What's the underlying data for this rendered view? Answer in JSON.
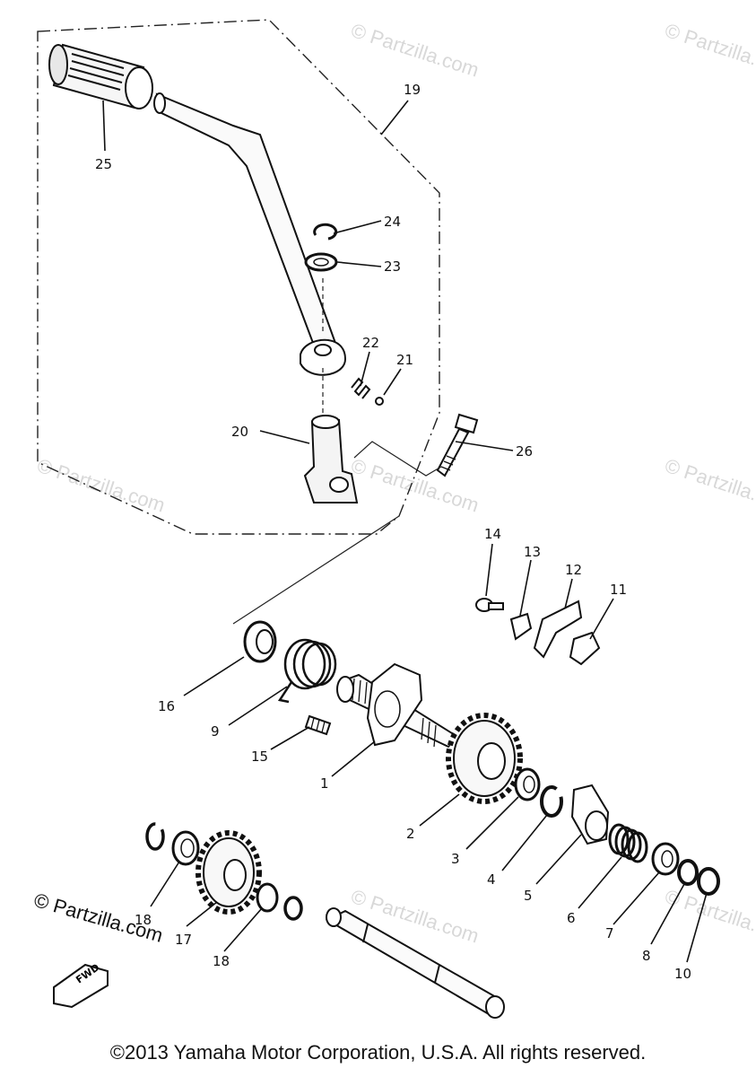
{
  "diagram": {
    "parts": [
      {
        "id": "p1",
        "label": "1"
      },
      {
        "id": "p2",
        "label": "2"
      },
      {
        "id": "p3",
        "label": "3"
      },
      {
        "id": "p4",
        "label": "4"
      },
      {
        "id": "p5",
        "label": "5"
      },
      {
        "id": "p6",
        "label": "6"
      },
      {
        "id": "p7",
        "label": "7"
      },
      {
        "id": "p8",
        "label": "8"
      },
      {
        "id": "p9",
        "label": "9"
      },
      {
        "id": "p10",
        "label": "10"
      },
      {
        "id": "p11",
        "label": "11"
      },
      {
        "id": "p12",
        "label": "12"
      },
      {
        "id": "p13",
        "label": "13"
      },
      {
        "id": "p14",
        "label": "14"
      },
      {
        "id": "p15",
        "label": "15"
      },
      {
        "id": "p16",
        "label": "16"
      },
      {
        "id": "p17",
        "label": "17"
      },
      {
        "id": "p18a",
        "label": "18"
      },
      {
        "id": "p18b",
        "label": "18"
      },
      {
        "id": "p19",
        "label": "19"
      },
      {
        "id": "p20",
        "label": "20"
      },
      {
        "id": "p21",
        "label": "21"
      },
      {
        "id": "p22",
        "label": "22"
      },
      {
        "id": "p23",
        "label": "23"
      },
      {
        "id": "p24",
        "label": "24"
      },
      {
        "id": "p25",
        "label": "25"
      },
      {
        "id": "p26",
        "label": "26"
      }
    ],
    "fwd_label": "FWD",
    "brand_mark": "© Partzilla.com",
    "watermark": "© Partzilla.com"
  },
  "footer": {
    "copyright": "©2013 Yamaha Motor Corporation, U.S.A. All rights reserved."
  }
}
